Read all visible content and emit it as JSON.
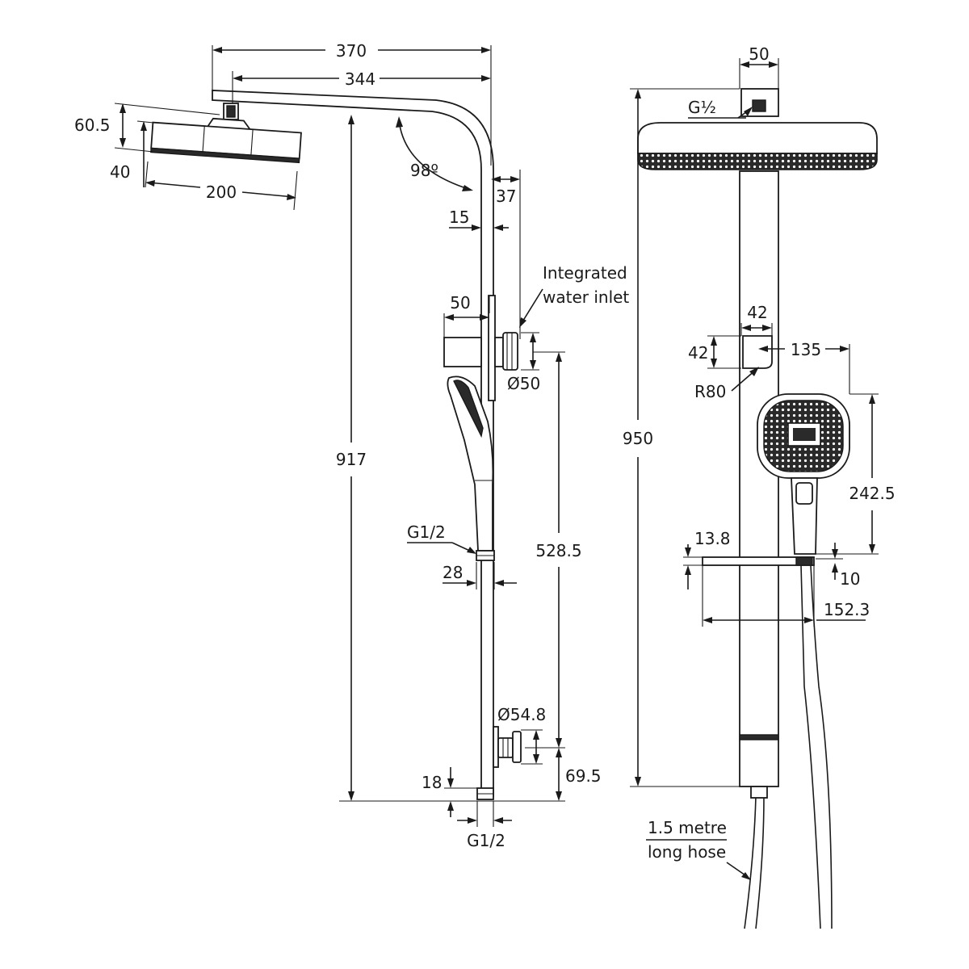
{
  "labels": {
    "d370": "370",
    "d344": "344",
    "d60_5": "60.5",
    "d40": "40",
    "d200": "200",
    "d98": "98º",
    "d37": "37",
    "d15": "15",
    "integrated_1": "Integrated",
    "integrated_2": "water inlet",
    "d50_left": "50",
    "dia50": "Ø50",
    "d917": "917",
    "g12_left": "G1/2",
    "d528_5": "528.5",
    "d28": "28",
    "dia54_8": "Ø54.8",
    "d18": "18",
    "d69_5": "69.5",
    "g12_bottom": "G1/2",
    "d50_right": "50",
    "g_half_right": "G½",
    "d950": "950",
    "d42_w": "42",
    "d42_h": "42",
    "d135": "135",
    "r80": "R80",
    "d242_5": "242.5",
    "d13_8": "13.8",
    "d10": "10",
    "d152_3": "152.3",
    "hose_1": "1.5 metre",
    "hose_2": "long hose"
  }
}
